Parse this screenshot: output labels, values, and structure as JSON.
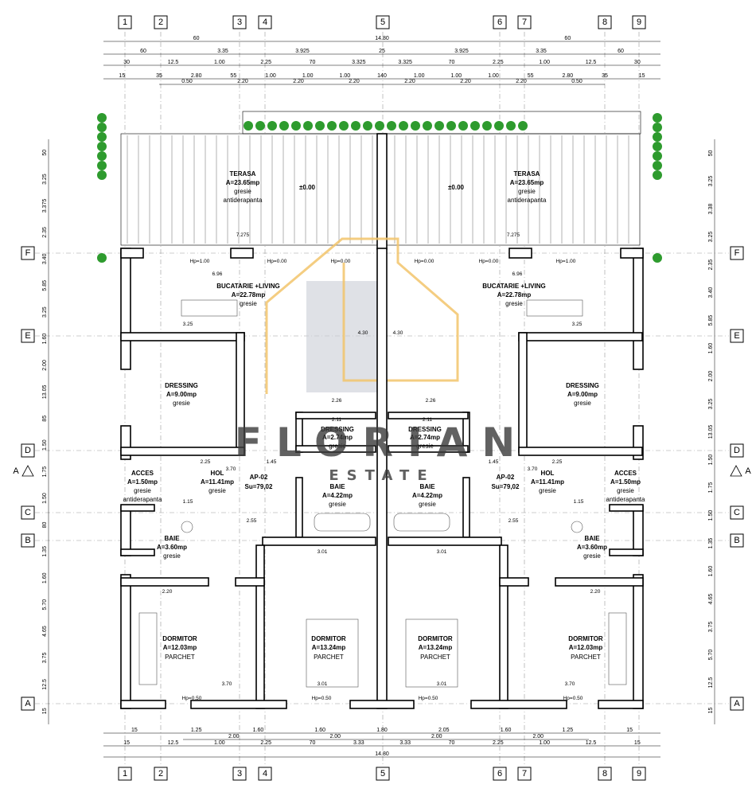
{
  "grid_columns": [
    "1",
    "2",
    "3",
    "4",
    "5",
    "6",
    "7",
    "8",
    "9"
  ],
  "grid_rows": [
    "F",
    "E",
    "D",
    "C",
    "B",
    "A"
  ],
  "section_marker": "A",
  "top_dims": {
    "row1": [
      "60",
      "14.80",
      "60"
    ],
    "row2": [
      "60",
      "3.35",
      "3.925",
      "25",
      "3.925",
      "3.35",
      "60"
    ],
    "row3": [
      "30",
      "12.5",
      "1.00",
      "2.25",
      "70",
      "3.325",
      "3.325",
      "70",
      "2.25",
      "1.00",
      "12.5",
      "30"
    ],
    "row4": [
      "15",
      "35",
      "2.80",
      "55",
      "1.00",
      "1.00",
      "1.00",
      "140",
      "1.00",
      "1.00",
      "1.00",
      "55",
      "2.80",
      "35",
      "15"
    ],
    "row5": [
      "0.50",
      "2.20",
      "2.20",
      "2.20",
      "2.20",
      "2.20",
      "2.20",
      "0.50"
    ]
  },
  "bottom_dims": {
    "row1": [
      "15",
      "1.25",
      "1.60",
      "1.60",
      "1.80",
      "2.05",
      "1.60",
      "1.25",
      "15"
    ],
    "row2": [
      "2.00",
      "2.00",
      "2.00",
      "2.00"
    ],
    "row3": [
      "15",
      "12.5",
      "1.00",
      "2.25",
      "70",
      "3.33",
      "3.33",
      "70",
      "2.25",
      "1.00",
      "12.5",
      "15"
    ],
    "row4": [
      "14.80"
    ]
  },
  "left_dims": [
    "50",
    "3.25",
    "3.375",
    "2.35",
    "3.40",
    "5.85",
    "3.25",
    "1.60",
    "2.00",
    "13.05",
    "85",
    "1.50",
    "1.75",
    "1.50",
    "80",
    "1.35",
    "1.60",
    "5.70",
    "4.65",
    "3.75",
    "12.5",
    "15"
  ],
  "right_dims": [
    "50",
    "3.25",
    "3.38",
    "3.25",
    "2.35",
    "3.40",
    "5.85",
    "1.60",
    "2.00",
    "3.25",
    "13.05",
    "1.50",
    "1.75",
    "1.50",
    "1.35",
    "1.60",
    "4.65",
    "3.75",
    "5.70",
    "12.5",
    "15"
  ],
  "rooms": {
    "terasa_left": {
      "name": "TERASA",
      "area": "A=23.65mp",
      "finish1": "gresie",
      "finish2": "antiderapanta"
    },
    "terasa_right": {
      "name": "TERASA",
      "area": "A=23.65mp",
      "finish1": "gresie",
      "finish2": "antiderapanta"
    },
    "level_left": "±0.00",
    "level_right": "±0.00",
    "living_left": {
      "name": "BUCATARIE +LIVING",
      "area": "A=22.78mp",
      "finish": "gresie"
    },
    "living_right": {
      "name": "BUCATARIE +LIVING",
      "area": "A=22.78mp",
      "finish": "gresie"
    },
    "dressing_big_left": {
      "name": "DRESSING",
      "area": "A=9.00mp",
      "finish": "gresie"
    },
    "dressing_big_right": {
      "name": "DRESSING",
      "area": "A=9.00mp",
      "finish": "gresie"
    },
    "dressing_small_left": {
      "name": "DRESSING",
      "area": "A=2.74mp",
      "finish": "gresie"
    },
    "dressing_small_right": {
      "name": "DRESSING",
      "area": "A=2.74mp",
      "finish": "gresie"
    },
    "acces_left": {
      "name": "ACCES",
      "area": "A=1.50mp",
      "finish1": "gresie",
      "finish2": "antiderapanta"
    },
    "acces_right": {
      "name": "ACCES",
      "area": "A=1.50mp",
      "finish1": "gresie",
      "finish2": "antiderapanta"
    },
    "hol_left": {
      "name": "HOL",
      "area": "A=11.41mp",
      "finish": "gresie"
    },
    "hol_right": {
      "name": "HOL",
      "area": "A=11.41mp",
      "finish": "gresie"
    },
    "ap_left": {
      "name": "AP-02",
      "area": "Su=79,02"
    },
    "ap_right": {
      "name": "AP-02",
      "area": "Su=79,02"
    },
    "baie_center_left": {
      "name": "BAIE",
      "area": "A=4.22mp",
      "finish": "gresie"
    },
    "baie_center_right": {
      "name": "BAIE",
      "area": "A=4.22mp",
      "finish": "gresie"
    },
    "baie_side_left": {
      "name": "BAIE",
      "area": "A=3.60mp",
      "finish": "gresie"
    },
    "baie_side_right": {
      "name": "BAIE",
      "area": "A=3.60mp",
      "finish": "gresie"
    },
    "dormitor_outer_left": {
      "name": "DORMITOR",
      "area": "A=12.03mp",
      "finish": "PARCHET"
    },
    "dormitor_inner_left": {
      "name": "DORMITOR",
      "area": "A=13.24mp",
      "finish": "PARCHET"
    },
    "dormitor_inner_right": {
      "name": "DORMITOR",
      "area": "A=13.24mp",
      "finish": "PARCHET"
    },
    "dormitor_outer_right": {
      "name": "DORMITOR",
      "area": "A=12.03mp",
      "finish": "PARCHET"
    }
  },
  "plan_tags": [
    "7.275",
    "7.275",
    "Hp=1.00",
    "Hp=0.00",
    "Hp=0.00",
    "Hp=0.00",
    "Hp=0.00",
    "Hp=1.00",
    "6.96",
    "6.96",
    "3.25",
    "3.25",
    "2.26",
    "2.26",
    "2.11",
    "2.11",
    "3.70",
    "3.70",
    "2.25",
    "2.25",
    "1.45",
    "1.45",
    "2.55",
    "2.55",
    "1.15",
    "1.15",
    "3.01",
    "3.01",
    "3.01",
    "3.01",
    "2.20",
    "2.20",
    "3.70",
    "3.70",
    "Hp=0.50",
    "Hp=0.50",
    "Hp=0.50",
    "Hp=0.50",
    "4.30",
    "4.30"
  ],
  "logo": {
    "name": "FLORIAN",
    "subtitle": "ESTATE"
  },
  "colors": {
    "logo_outline": "#f2c46b",
    "logo_fill": "#c9cdd6",
    "hedge": "#2e9b2e",
    "walls": "#000000"
  }
}
